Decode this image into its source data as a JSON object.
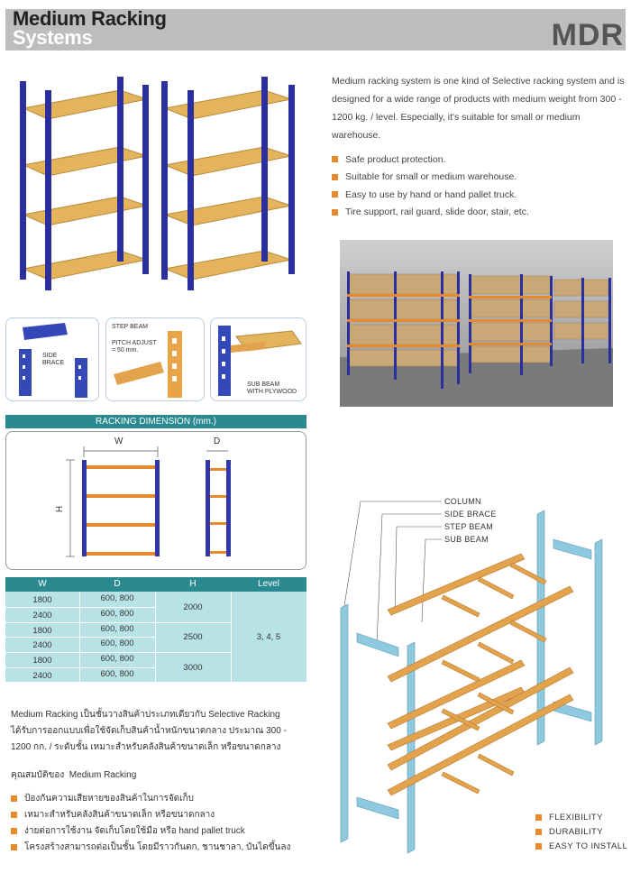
{
  "header": {
    "title_line1": "Medium Racking",
    "title_line2": "Systems",
    "brand": "MDR"
  },
  "intro": "Medium racking system is one kind of Selective racking system and is designed for a wide range of products  with medium  weight from 300 - 1200 kg. / level.  Especially,  it's suitable  for small  or medium warehouse.",
  "bullets": [
    "Safe product protection.",
    "Suitable for small or medium warehouse.",
    "Easy to use by hand or hand pallet truck.",
    "Tire support, rail guard, slide door, stair, etc."
  ],
  "details": {
    "side_brace": "SIDE\nBRACE",
    "step_beam": "STEP BEAM",
    "pitch_adjust": "PITCH ADJUST\n= 50 mm.",
    "sub_beam": "SUB BEAM\nWITH PLYWOOD"
  },
  "dimension": {
    "title": "RACKING DIMENSION (mm.)",
    "w": "W",
    "d": "D",
    "h": "H"
  },
  "table": {
    "headers": [
      "W",
      "D",
      "H",
      "Level"
    ],
    "rows": [
      [
        "1800",
        "600, 800"
      ],
      [
        "2400",
        "600, 800"
      ],
      [
        "1800",
        "600, 800"
      ],
      [
        "2400",
        "600, 800"
      ],
      [
        "1800",
        "600, 800"
      ],
      [
        "2400",
        "600, 800"
      ]
    ],
    "heights": [
      "2000",
      "2500",
      "3000"
    ],
    "level": "3, 4, 5"
  },
  "thai": {
    "para_l1a": "Medium Racking",
    "para_l1b": " เป็นชั้นวางสินค้าประเภทเดียวกับ  ",
    "para_l1c": "Selective Racking",
    "para_l2": "ได้รับการออกแบบเพื่อใช้จัดเก็บสินค้าน้ำหนักขนาดกลาง ประมาณ  300 -",
    "para_l3": "1200 กก. / ระดับชั้น  เหมาะสำหรับคลังสินค้าขนาดเล็ก หรือขนาดกลาง",
    "heading_a": "คุณสมบัติของ",
    "heading_b": "Medium Racking",
    "items": [
      "ป้องกันความเสียหายของสินค้าในการจัดเก็บ",
      "เหมาะสำหรับคลังสินค้าขนาดเล็ก หรือขนาดกลาง",
      "ง่ายต่อการใช้งาน จัดเก็บโดยใช้มือ หรือ hand pallet truck",
      "โครงสร้างสามารถต่อเป็นชั้น โดยมีราวกันตก, ชานชาลา, บันไดขึ้นลง"
    ]
  },
  "components": {
    "column": "COLUMN",
    "side_brace": "SIDE BRACE",
    "step_beam": "STEP BEAM",
    "sub_beam": "SUB BEAM"
  },
  "features": [
    "FLEXIBILITY",
    "DURABILITY",
    "EASY TO INSTALL"
  ],
  "colors": {
    "accent": "#e8892c",
    "teal": "#2a8a8f",
    "table_bg": "#b8e3e6",
    "rack_blue": "#2b2f9e",
    "shelf_wood": "#e3b45c"
  }
}
